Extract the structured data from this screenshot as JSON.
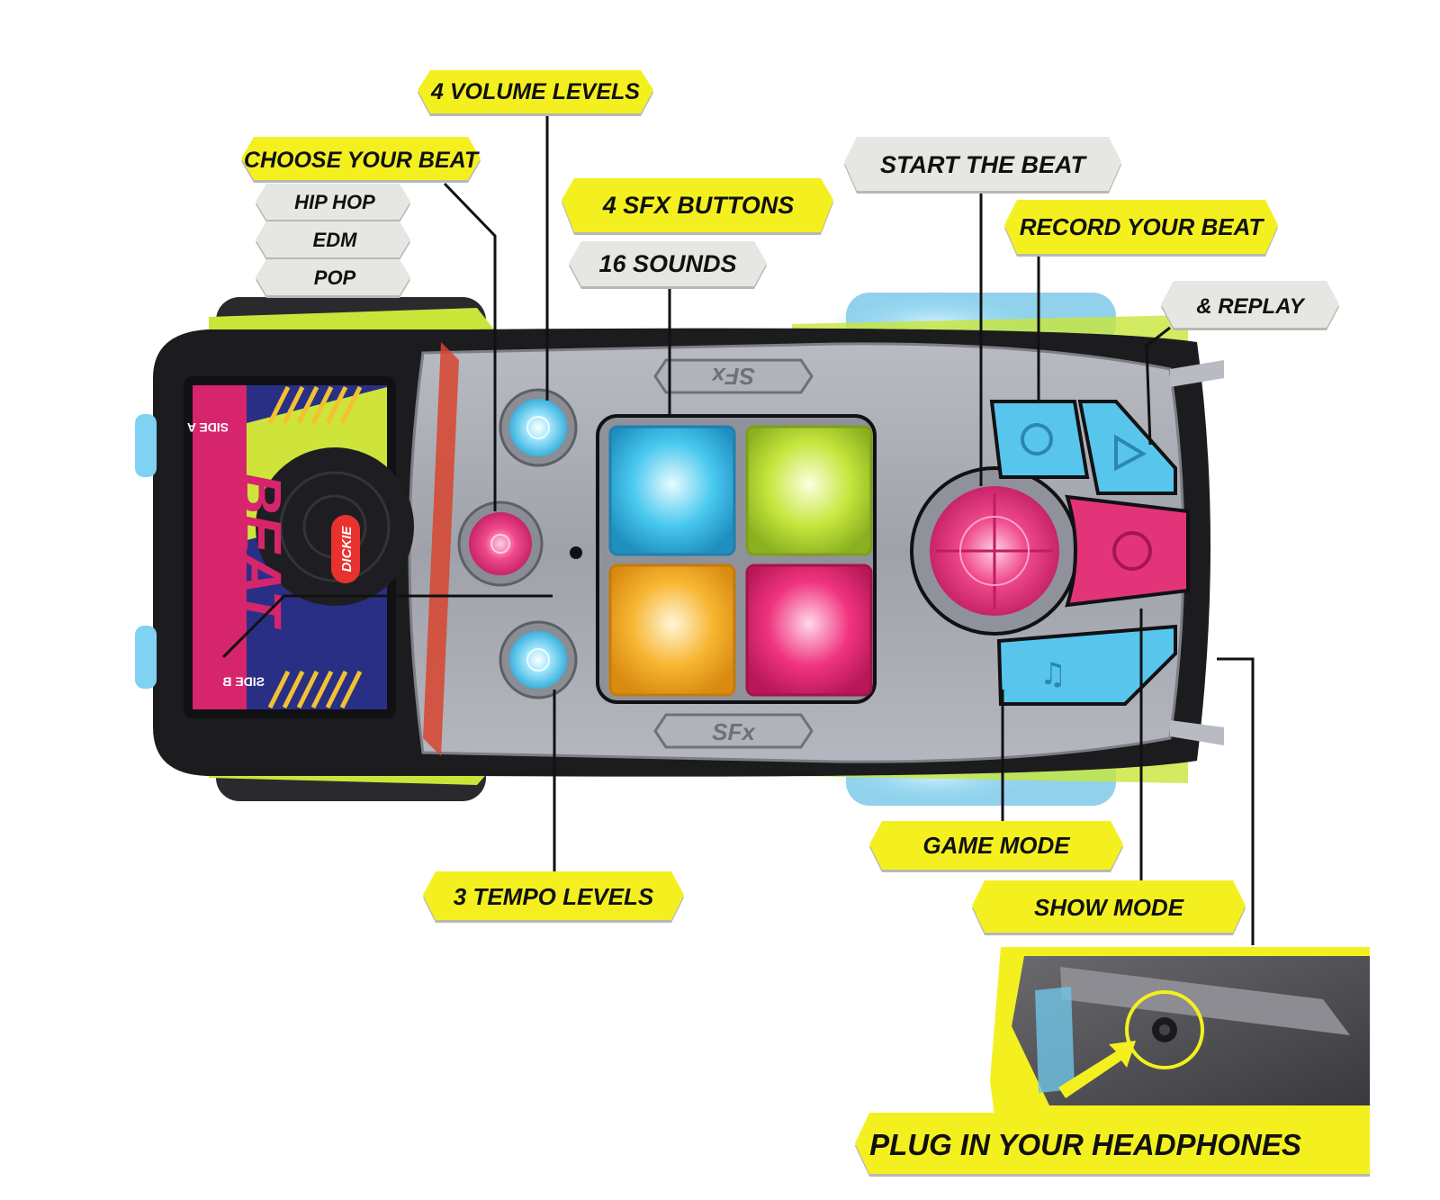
{
  "colors": {
    "yellow": "#f4f020",
    "grey_label": "#e6e6e2",
    "label_shadow": "#b8b8b4",
    "leader": "#111111",
    "car_body": "#a6a9b0",
    "car_dark": "#1c1c1f",
    "lime": "#c8e63a",
    "pad_blue": "#45c8ef",
    "pad_green": "#c6e63c",
    "pad_orange": "#f7b530",
    "pad_pink": "#f0337e",
    "magenta": "#e3347a",
    "cyan": "#58c6ec"
  },
  "labels": {
    "volume": "4 VOLUME LEVELS",
    "choose_beat": "CHOOSE YOUR BEAT",
    "hip_hop": "HIP HOP",
    "edm": "EDM",
    "pop": "POP",
    "sfx_buttons": "4 SFX BUTTONS",
    "sounds": "16 SOUNDS",
    "start_beat": "START THE BEAT",
    "record_beat": "RECORD YOUR BEAT",
    "replay": "& REPLAY",
    "game_mode": "GAME MODE",
    "show_mode": "SHOW MODE",
    "tempo": "3 TEMPO LEVELS",
    "headphones": "PLUG IN YOUR HEADPHONES"
  },
  "car": {
    "sfx_top": "SFx",
    "sfx_bottom": "SFx",
    "side_a": "SIDE A",
    "side_b": "SIDE B",
    "brand": "DICKIE",
    "beat": "BEAT"
  }
}
